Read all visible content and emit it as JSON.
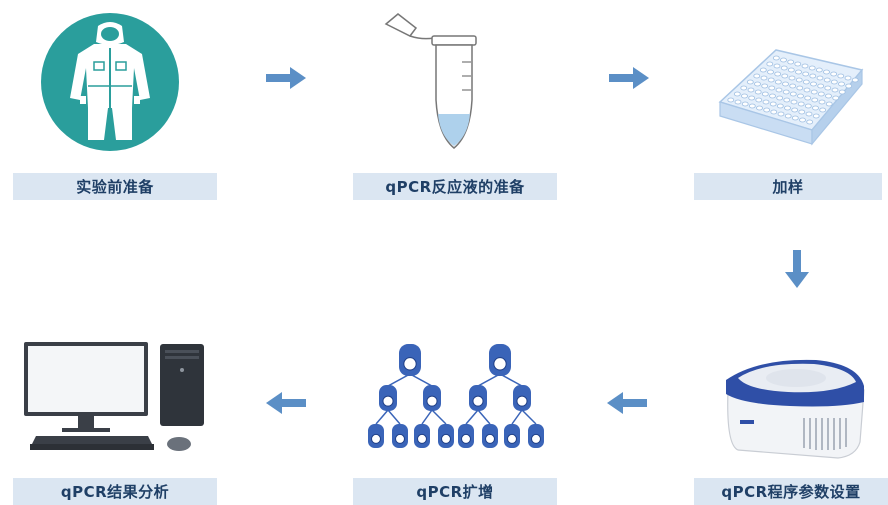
{
  "steps": [
    {
      "label": "实验前准备",
      "icon": "protective-suit-icon"
    },
    {
      "label": "qPCR反应液的准备",
      "icon": "pcr-tube-icon"
    },
    {
      "label": "加样",
      "icon": "well-plate-icon"
    },
    {
      "label": "qPCR程序参数设置",
      "icon": "qpcr-instrument-icon"
    },
    {
      "label": "qPCR扩增",
      "icon": "amplification-tree-icon"
    },
    {
      "label": "qPCR结果分析",
      "icon": "computer-icon"
    }
  ],
  "colors": {
    "teal": "#2a9e9c",
    "arrow": "#5b8fc6",
    "label_bg": "#dbe6f2",
    "label_text": "#1f3f66",
    "tube_blue": "#3a64b8"
  }
}
